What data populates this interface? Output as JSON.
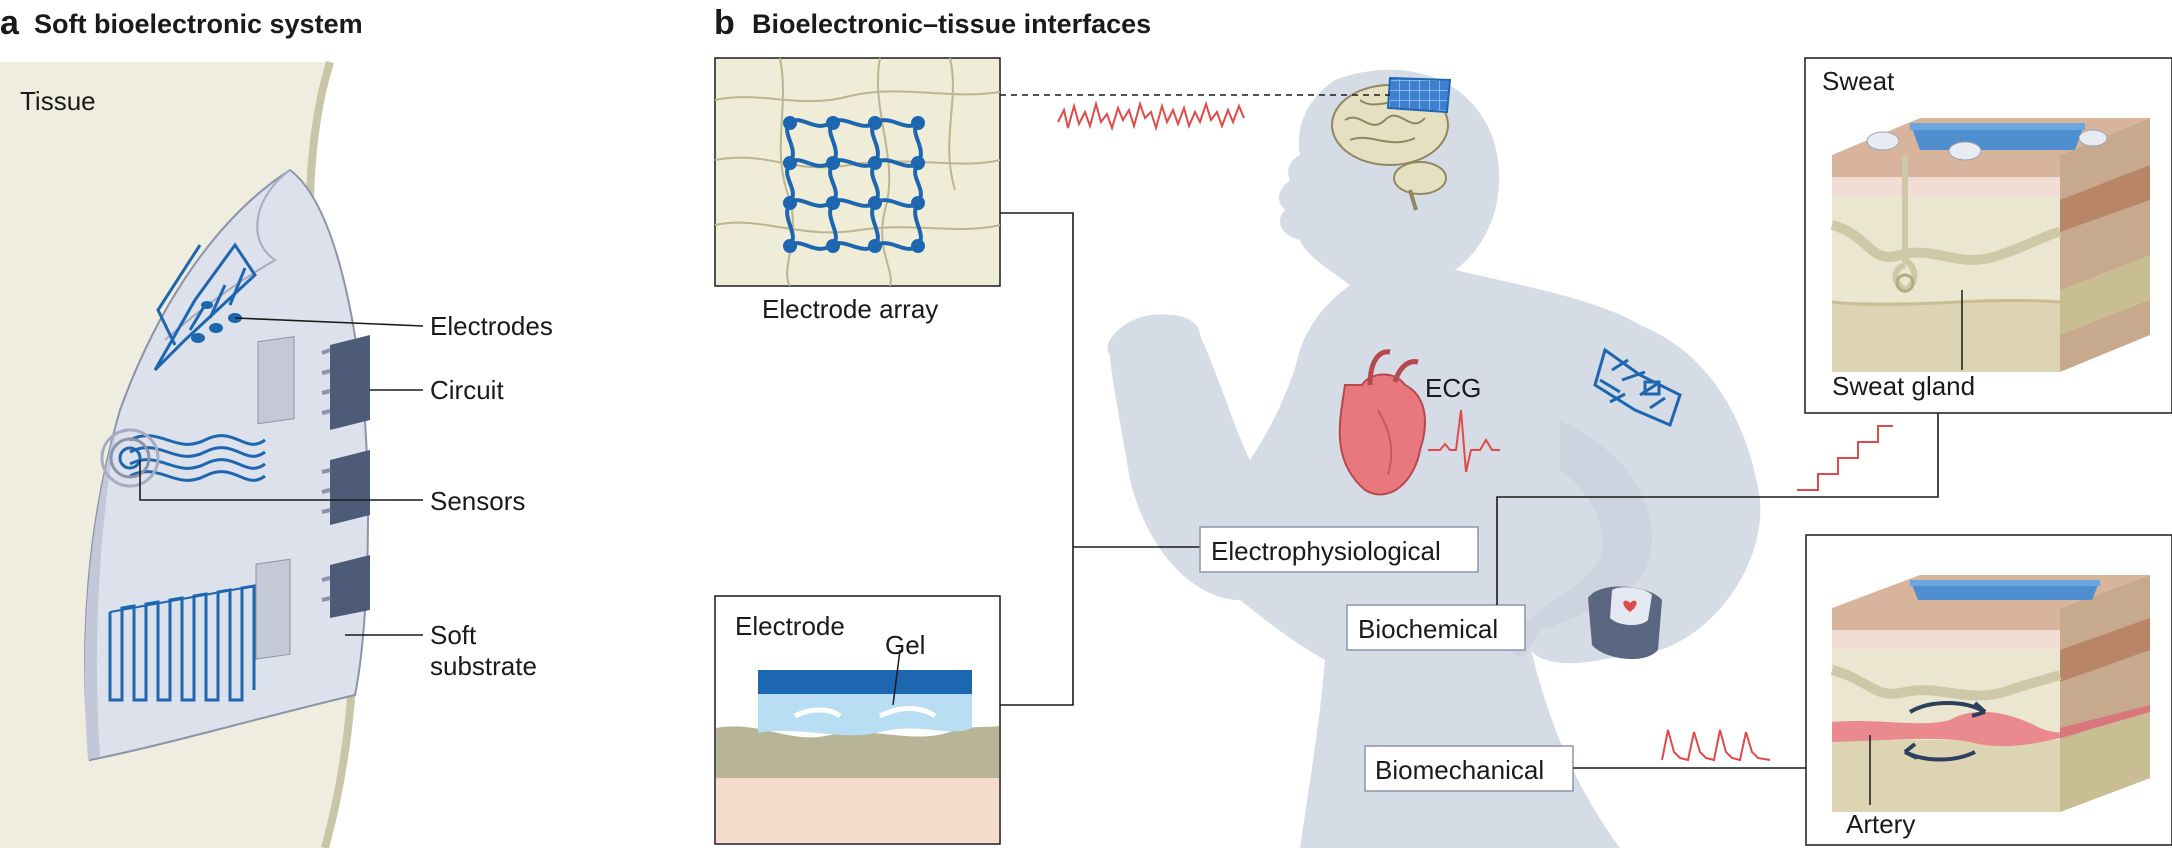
{
  "panel_a": {
    "letter": "a",
    "title": "Soft bioelectronic system",
    "tissue": "Tissue",
    "electrodes": "Electrodes",
    "circuit": "Circuit",
    "sensors": "Sensors",
    "substrate_line1": "Soft",
    "substrate_line2": "substrate"
  },
  "panel_b": {
    "letter": "b",
    "title": "Bioelectronic–tissue interfaces",
    "electrode_array": "Electrode array",
    "electrode": "Electrode",
    "gel": "Gel",
    "ecg": "ECG",
    "electrophysiological": "Electrophysiological",
    "biochemical": "Biochemical",
    "biomechanical": "Biomechanical",
    "sweat": "Sweat",
    "sweat_gland": "Sweat gland",
    "artery": "Artery"
  },
  "colors": {
    "tissue_bg": "#efeddf",
    "substrate": "#dde1ec",
    "electronics_blue": "#1d66b0",
    "chip": "#4e5b78",
    "body": "#d6dce6",
    "signal_red": "#e04a4a",
    "heart": "#e8787e",
    "skin_top": "#d9b49c",
    "skin_band": "#f1ddd3",
    "skin_base": "#ebe6d0",
    "skin_deep": "#ddd4b3",
    "patch_blue": "#4f8fd0"
  }
}
